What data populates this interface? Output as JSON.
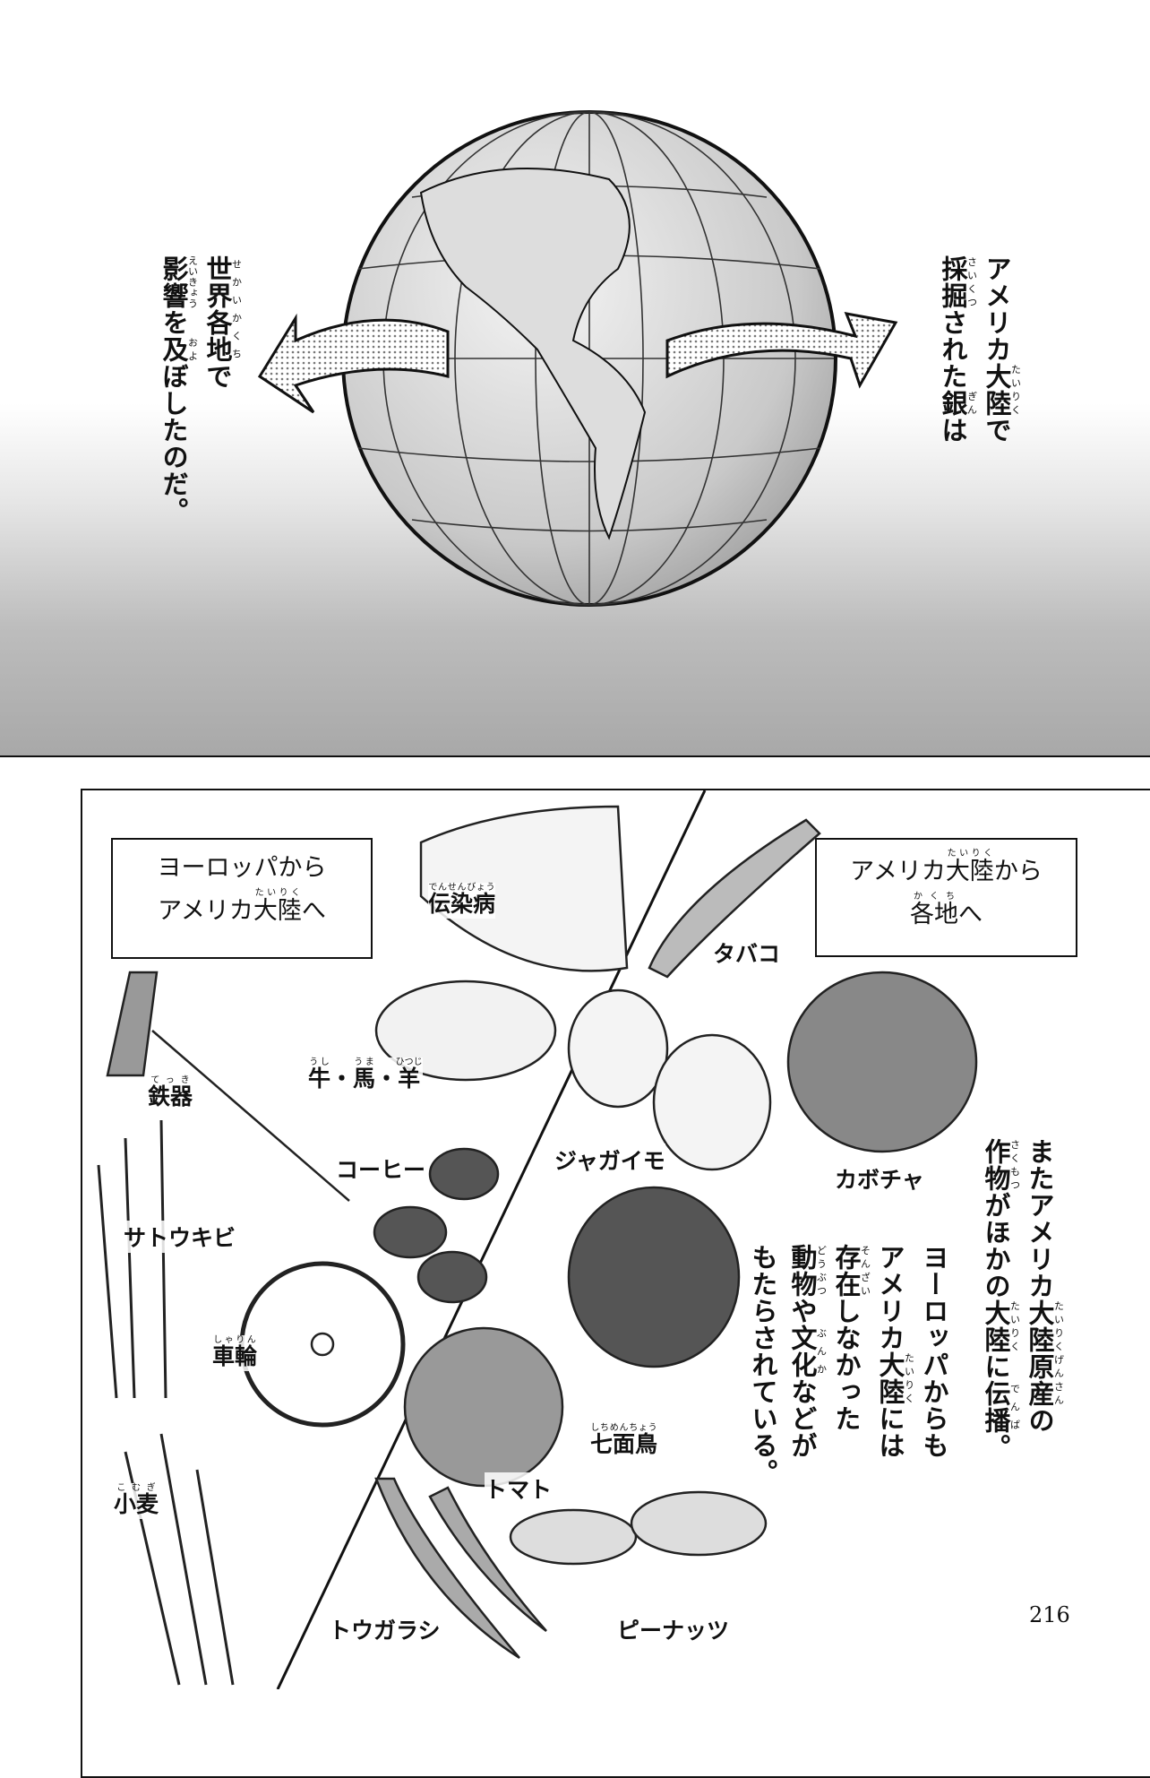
{
  "top_panel": {
    "left_caption": [
      [
        {
          "t": "世界各地",
          "r": "せかいかくち"
        },
        {
          "t": "で"
        }
      ],
      [
        {
          "t": "影響",
          "r": "えいきょう"
        },
        {
          "t": "を"
        },
        {
          "t": "及",
          "r": "およ"
        },
        {
          "t": "ぼしたのだ。"
        }
      ]
    ],
    "right_caption": [
      [
        {
          "t": "アメリカ"
        },
        {
          "t": "大陸",
          "r": "たいりく"
        },
        {
          "t": "で"
        }
      ],
      [
        {
          "t": "採掘",
          "r": "さいくつ"
        },
        {
          "t": "された"
        },
        {
          "t": "銀",
          "r": "ぎん"
        },
        {
          "t": "は"
        }
      ]
    ]
  },
  "bottom_panel": {
    "box_left": [
      [
        {
          "t": "ヨーロッパから"
        }
      ],
      [
        {
          "t": "アメリカ"
        },
        {
          "t": "大陸",
          "r": "たいりく"
        },
        {
          "t": "へ"
        }
      ]
    ],
    "box_right": [
      [
        {
          "t": "アメリカ"
        },
        {
          "t": "大陸",
          "r": "たいりく"
        },
        {
          "t": "から"
        }
      ],
      [
        {
          "t": "各地",
          "r": "かくち"
        },
        {
          "t": "へ"
        }
      ]
    ],
    "labels": {
      "disease": [
        {
          "t": "伝染病",
          "r": "でんせんびょう"
        }
      ],
      "tobacco": [
        {
          "t": "タバコ"
        }
      ],
      "livestock": [
        {
          "t": "牛",
          "r": "うし"
        },
        {
          "t": "・"
        },
        {
          "t": "馬",
          "r": "うま"
        },
        {
          "t": "・"
        },
        {
          "t": "羊",
          "r": "ひつじ"
        }
      ],
      "iron": [
        {
          "t": "鉄器",
          "r": "てっき"
        }
      ],
      "coffee": [
        {
          "t": "コーヒー"
        }
      ],
      "potato": [
        {
          "t": "ジャガイモ"
        }
      ],
      "pumpkin": [
        {
          "t": "カボチャ"
        }
      ],
      "sugarcane": [
        {
          "t": "サトウキビ"
        }
      ],
      "wheel": [
        {
          "t": "車輪",
          "r": "しゃりん"
        }
      ],
      "turkey": [
        {
          "t": "七面鳥",
          "r": "しちめんちょう"
        }
      ],
      "tomato": [
        {
          "t": "トマト"
        }
      ],
      "wheat": [
        {
          "t": "小麦",
          "r": "こむぎ"
        }
      ],
      "chili": [
        {
          "t": "トウガラシ"
        }
      ],
      "peanut": [
        {
          "t": "ピーナッツ"
        }
      ]
    },
    "caption_crops": [
      [
        {
          "t": "またアメリカ"
        },
        {
          "t": "大陸原産",
          "r": "たいりくげんさん"
        },
        {
          "t": "の"
        }
      ],
      [
        {
          "t": "作物",
          "r": "さくもつ"
        },
        {
          "t": "がほかの"
        },
        {
          "t": "大陸",
          "r": "たいりく"
        },
        {
          "t": "に"
        },
        {
          "t": "伝播",
          "r": "でんぱ"
        },
        {
          "t": "。"
        }
      ]
    ],
    "caption_europe": [
      [
        {
          "t": "ヨーロッパからも"
        }
      ],
      [
        {
          "t": "アメリカ"
        },
        {
          "t": "大陸",
          "r": "たいりく"
        },
        {
          "t": "には"
        }
      ],
      [
        {
          "t": "存在",
          "r": "そんざい"
        },
        {
          "t": "しなかった"
        }
      ],
      [
        {
          "t": "動物",
          "r": "どうぶつ"
        },
        {
          "t": "や"
        },
        {
          "t": "文化",
          "r": "ぶんか"
        },
        {
          "t": "などが"
        }
      ],
      [
        {
          "t": "もたらされている。"
        }
      ]
    ]
  },
  "page_number": "216"
}
